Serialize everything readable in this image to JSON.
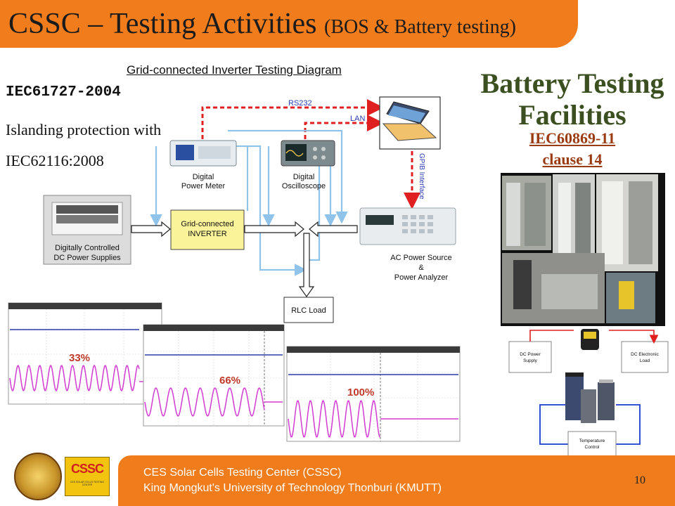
{
  "header": {
    "title_main": "CSSC – Testing Activities",
    "title_sub": "(BOS & Battery testing)"
  },
  "left": {
    "standard1": "IEC61727-2004",
    "standard2_line1": "Islanding protection with",
    "standard2_line2": "IEC62116:2008"
  },
  "diagram": {
    "title": "Grid-connected Inverter Testing Diagram",
    "rs232": "RS232",
    "lan": "LAN",
    "gpib": "GPIB Interface",
    "power_meter": [
      "Digital",
      "Power Meter"
    ],
    "oscilloscope": [
      "Digital",
      "Oscilloscope"
    ],
    "dc_supply": [
      "Digitally Controlled",
      "DC Power Supplies"
    ],
    "inverter": [
      "Grid-connected",
      "INVERTER"
    ],
    "ac_source": [
      "AC Power Source",
      "&",
      "Power Analyzer"
    ],
    "rlc": "RLC Load",
    "osc_labels": [
      "33%",
      "66%",
      "100%"
    ]
  },
  "battery": {
    "title_line1": "Battery Testing",
    "title_line2": "Facilities",
    "standard": "IEC60869-11",
    "clause": "clause 14",
    "dc_power_supply": [
      "DC Power",
      "Supply"
    ],
    "dc_electronic_load": [
      "DC Electronic",
      "Load"
    ],
    "temperature_control": [
      "Temperature",
      "Control"
    ]
  },
  "footer": {
    "logo_text": "CSSC",
    "logo_subtext": "CES SOLAR CELLS TESTING CENTER",
    "line1": "CES Solar Cells Testing Center (CSSC)",
    "line2": "King Mongkut's University of Technology Thonburi (KMUTT)",
    "page_number": "10"
  },
  "colors": {
    "orange": "#f07c1c",
    "red_dash": "#e02020",
    "blue_line": "#8fc3ea",
    "inverter_fill": "#fbf39a",
    "wave": "#d23bd2"
  }
}
